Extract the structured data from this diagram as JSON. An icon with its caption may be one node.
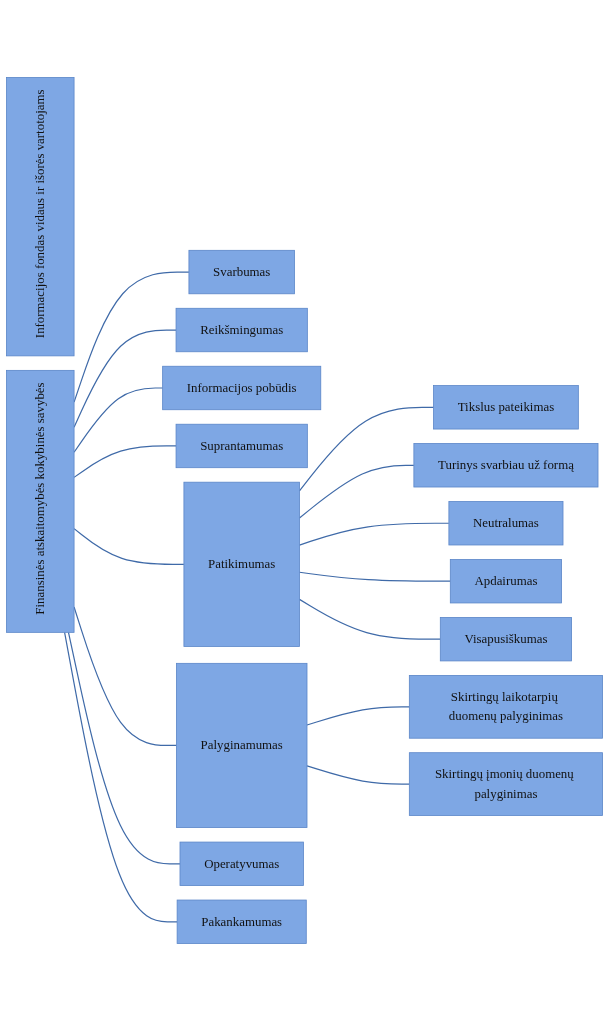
{
  "diagram": {
    "nodes": [
      {
        "text": [
          "Informacijos fondas vidaus ir išorės vartotojams"
        ]
      },
      {
        "text": [
          "Finansinės atskaitomybės kokybinės savybės"
        ]
      },
      {
        "text": [
          "Svarbumas"
        ]
      },
      {
        "text": [
          "Reikšmingumas"
        ]
      },
      {
        "text": [
          "Informacijos pobūdis"
        ]
      },
      {
        "text": [
          "Suprantamumas"
        ]
      },
      {
        "text": [
          "Patikimumas"
        ]
      },
      {
        "text": [
          "Tikslus pateikimas"
        ]
      },
      {
        "text": [
          "Turinys svarbiau už formą"
        ]
      },
      {
        "text": [
          "Neutralumas"
        ]
      },
      {
        "text": [
          "Apdairumas"
        ]
      },
      {
        "text": [
          "Visapusiškumas"
        ]
      },
      {
        "text": [
          "Palyginamumas"
        ]
      },
      {
        "text": [
          "Skirtingų laikotarpių duomenų palyginimas"
        ]
      },
      {
        "text": [
          "Skirtingų įmonių duomenų palyginimas"
        ]
      },
      {
        "text": [
          "Operatyvumas"
        ]
      },
      {
        "text": [
          "Pakankamumas"
        ]
      }
    ],
    "edges": [
      {
        "from": 1,
        "to": 2,
        "arrow": "none"
      },
      {
        "from": 1,
        "to": 3,
        "arrow": "none"
      },
      {
        "from": 1,
        "to": 4,
        "arrow": "none"
      },
      {
        "from": 1,
        "to": 5,
        "arrow": "none"
      },
      {
        "from": 1,
        "to": 6,
        "arrow": "none"
      },
      {
        "from": 6,
        "to": 7,
        "arrow": "none"
      },
      {
        "from": 6,
        "to": 8,
        "arrow": "none"
      },
      {
        "from": 6,
        "to": 9,
        "arrow": "none"
      },
      {
        "from": 6,
        "to": 10,
        "arrow": "none"
      },
      {
        "from": 6,
        "to": 11,
        "arrow": "none"
      },
      {
        "from": 1,
        "to": 12,
        "arrow": "none"
      },
      {
        "from": 12,
        "to": 13,
        "arrow": "none"
      },
      {
        "from": 12,
        "to": 14,
        "arrow": "none"
      },
      {
        "from": 1,
        "to": 15,
        "arrow": "none"
      },
      {
        "from": 1,
        "to": 16,
        "arrow": "none"
      }
    ]
  }
}
